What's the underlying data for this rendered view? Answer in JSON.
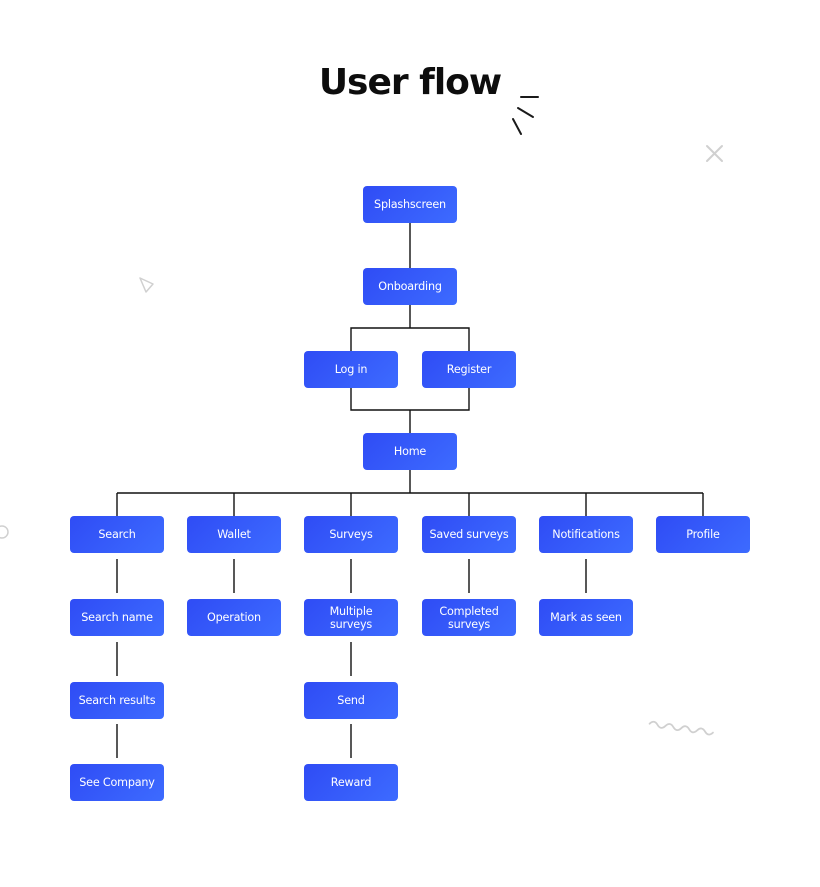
{
  "title": "User flow",
  "colors": {
    "node_fill": "#2f4cf5",
    "node_fill_light": "#3d6bff",
    "node_text": "#ffffff",
    "connector": "#111111",
    "title": "#0d0d0d",
    "decoration": "#d0d0d0"
  },
  "icons": {
    "sparkle": "sparkle-lines-icon",
    "cross": "cross-icon",
    "triangle": "triangle-outline-icon",
    "circle": "circle-outline-icon",
    "squiggle": "squiggle-icon"
  },
  "nodes": {
    "splashscreen": "Splashscreen",
    "onboarding": "Onboarding",
    "login": "Log in",
    "register": "Register",
    "home": "Home",
    "search": "Search",
    "wallet": "Wallet",
    "surveys": "Surveys",
    "saved_surveys": "Saved surveys",
    "notifications": "Notifications",
    "profile": "Profile",
    "search_name": "Search name",
    "operation": "Operation",
    "multiple_surveys": "Multiple surveys",
    "completed_surveys": "Completed surveys",
    "mark_as_seen": "Mark as seen",
    "search_results": "Search results",
    "send": "Send",
    "see_company": "See Company",
    "reward": "Reward"
  }
}
